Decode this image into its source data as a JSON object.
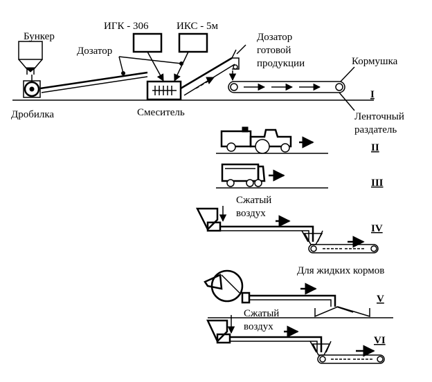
{
  "labels": {
    "bunker": "Бункер",
    "crusher": "Дробилка",
    "dosator": "Дозатор",
    "igk": "ИГК - 306",
    "iks": "ИКС - 5м",
    "mixer": "Смеситель",
    "product_dosator_1": "Дозатор",
    "product_dosator_2": "готовой",
    "product_dosator_3": "продукции",
    "feeder": "Кормушка",
    "belt_1": "Ленточный",
    "belt_2": "раздатель",
    "air_a_1": "Сжатый",
    "air_a_2": "воздух",
    "liquid": "Для жидких кормов",
    "air_b_1": "Сжатый",
    "air_b_2": "воздух"
  },
  "numerals": {
    "n1": "I",
    "n2": "II",
    "n3": "III",
    "n4": "IV",
    "n5": "V",
    "n6": "VI"
  }
}
